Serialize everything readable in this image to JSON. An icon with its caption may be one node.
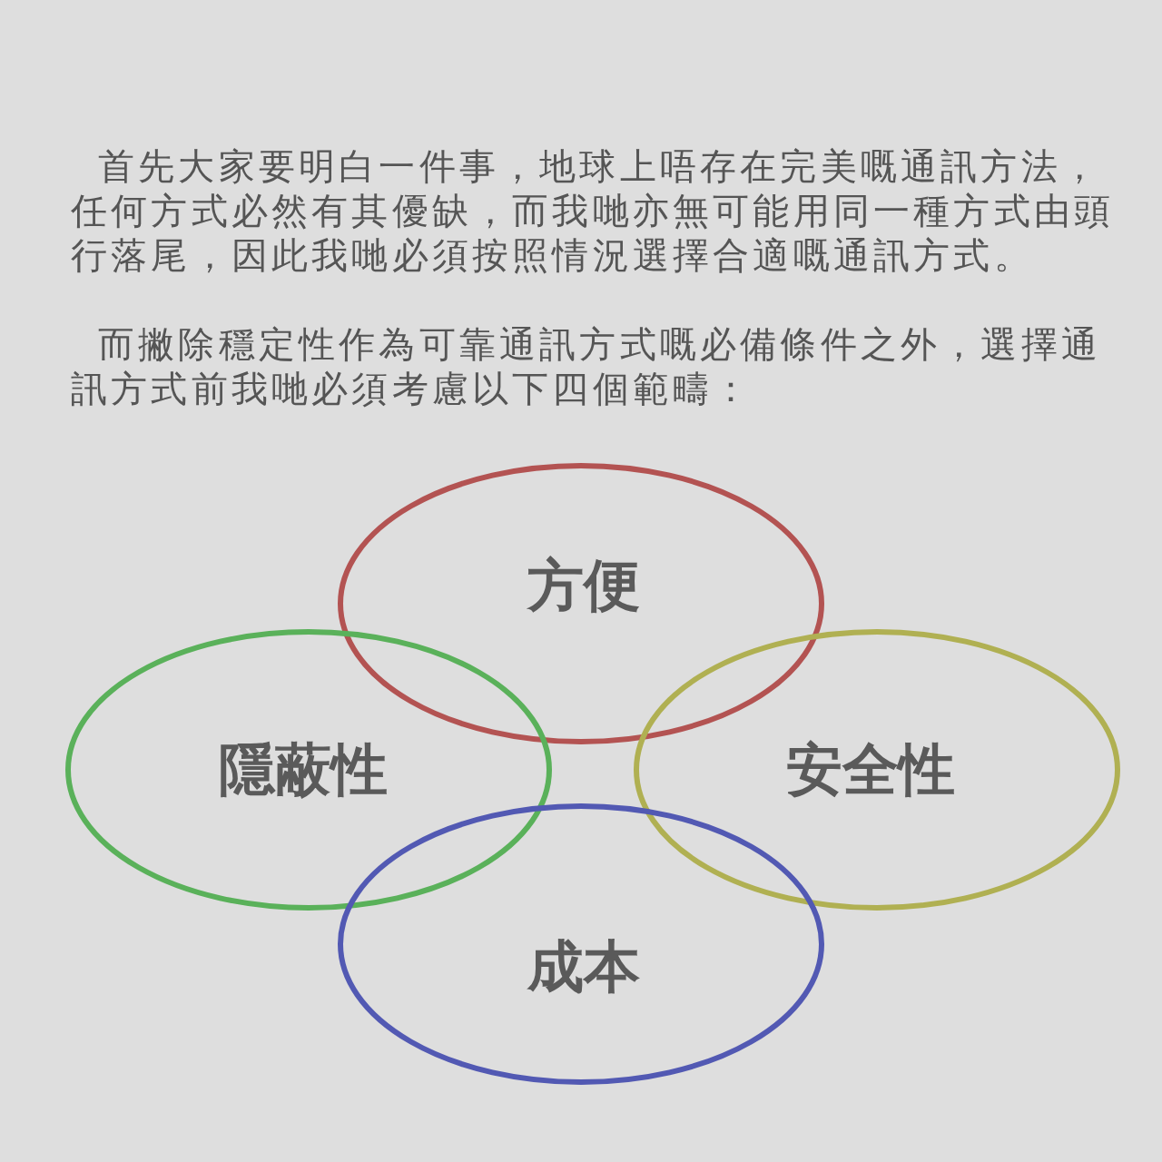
{
  "diagram": {
    "nodes": [
      {
        "text": [
          "方便"
        ]
      },
      {
        "text": [
          "隱蔽性"
        ]
      },
      {
        "text": [
          "安全性"
        ]
      },
      {
        "text": [
          "成本"
        ]
      }
    ],
    "labels": [
      "首先大家要明白一件事，地球上唔存在完美嘅通訊方法，任何方式必然有其優缺，而我哋亦無可能用同一種方式由頭行落尾，因此我哋必須按照情況選擇合適嘅通訊方式。",
      "而撇除穩定性作為可靠通訊方式嘅必備條件之外，選擇通訊方式前我哋必須考慮以下四個範疇："
    ]
  }
}
